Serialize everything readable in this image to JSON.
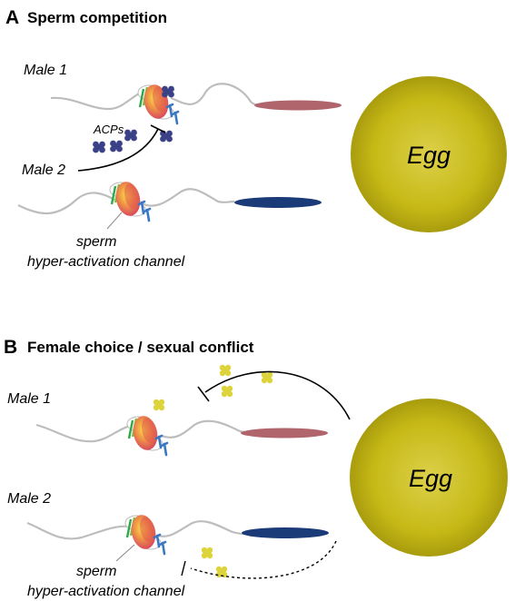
{
  "panel_a": {
    "letter": "A",
    "title": "Sperm competition",
    "male1": "Male 1",
    "male2": "Male 2",
    "acps": "ACPs",
    "channel_line1": "sperm",
    "channel_line2": "hyper-activation channel",
    "egg": "Egg"
  },
  "panel_b": {
    "letter": "B",
    "title": "Female choice / sexual conflict",
    "male1": "Male 1",
    "male2": "Male 2",
    "channel_line1": "sperm",
    "channel_line2": "hyper-activation channel",
    "egg": "Egg"
  },
  "colors": {
    "egg": "#c9bd17",
    "head_male1": "#b0646b",
    "head_male2": "#1b3a78",
    "acp": "#3a4186",
    "female_factor": "#dcd43a",
    "tail": "#bdbdbd"
  }
}
